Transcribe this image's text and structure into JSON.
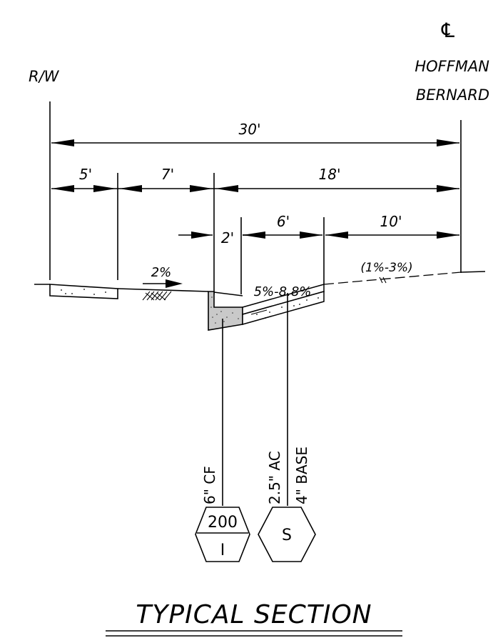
{
  "labels": {
    "centerline_symbol": "℄",
    "street_name_1": "HOFFMAN",
    "street_name_2": "BERNARD",
    "right_of_way": "R/W"
  },
  "dimensions": {
    "total": "30'",
    "sidewalk": "5'",
    "parkway": "7'",
    "half_street": "18'",
    "gutter": "2'",
    "paving_strip": "6'",
    "existing": "10'"
  },
  "slopes": {
    "parkway": "2%",
    "paving": "5%-8.8%",
    "existing": "(1%-3%)"
  },
  "callouts": {
    "curb": {
      "text": "6\" CF",
      "tag_top": "200",
      "tag_bottom": "I"
    },
    "pavement": {
      "line1": "2.5\" AC",
      "line2": "4\" BASE",
      "tag": "S"
    }
  },
  "title": "TYPICAL SECTION"
}
